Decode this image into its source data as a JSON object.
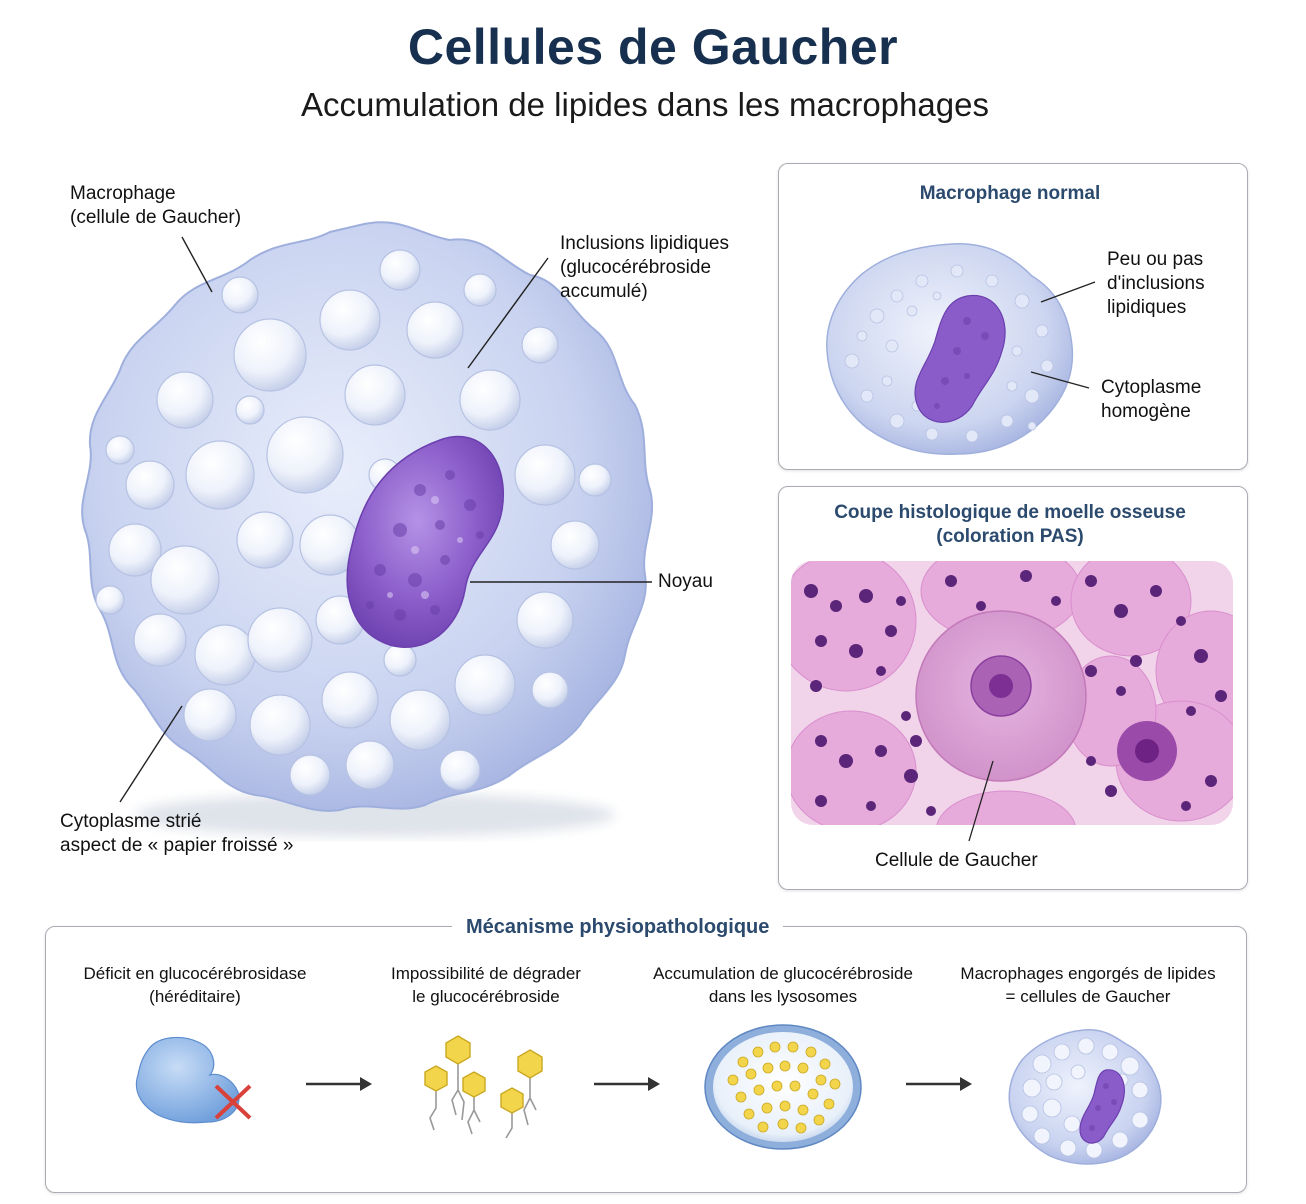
{
  "header": {
    "title": "Cellules de Gaucher",
    "subtitle": "Accumulation de lipides dans les macrophages"
  },
  "main_cell": {
    "label_macrophage": "Macrophage\n(cellule de Gaucher)",
    "label_inclusions": "Inclusions lipidiques\n(glucocérébroside\naccumulé)",
    "label_nucleus": "Noyau",
    "label_cytoplasm": "Cytoplasme strié\naspect de « papier froissé »"
  },
  "normal_panel": {
    "title": "Macrophage normal",
    "label_inclusions": "Peu ou pas\nd'inclusions\nlipidiques",
    "label_cytoplasm": "Cytoplasme\nhomogène"
  },
  "histology_panel": {
    "title": "Coupe histologique de moelle osseuse\n(coloration PAS)",
    "label_cell": "Cellule de Gaucher"
  },
  "mechanism": {
    "title": "Mécanisme physiopathologique",
    "steps": [
      {
        "label": "Déficit en glucocérébrosidase\n(héréditaire)",
        "icon": "enzyme-blocked-icon"
      },
      {
        "label": "Impossibilité de dégrader\nle glucocérébroside",
        "icon": "glucocerebroside-molecules-icon"
      },
      {
        "label": "Accumulation de glucocérébroside\ndans les lysosomes",
        "icon": "lysosome-icon"
      },
      {
        "label": "Macrophages engorgés de lipides\n= cellules de Gaucher",
        "icon": "gaucher-cell-icon"
      }
    ]
  },
  "colors": {
    "title": "#17304f",
    "panel_title": "#2b4a6e",
    "cell_membrane": "#a9b6e2",
    "nucleus": "#8a5cc9",
    "histology_bg": "#f1d3ea",
    "lipid": "#f1d650"
  }
}
